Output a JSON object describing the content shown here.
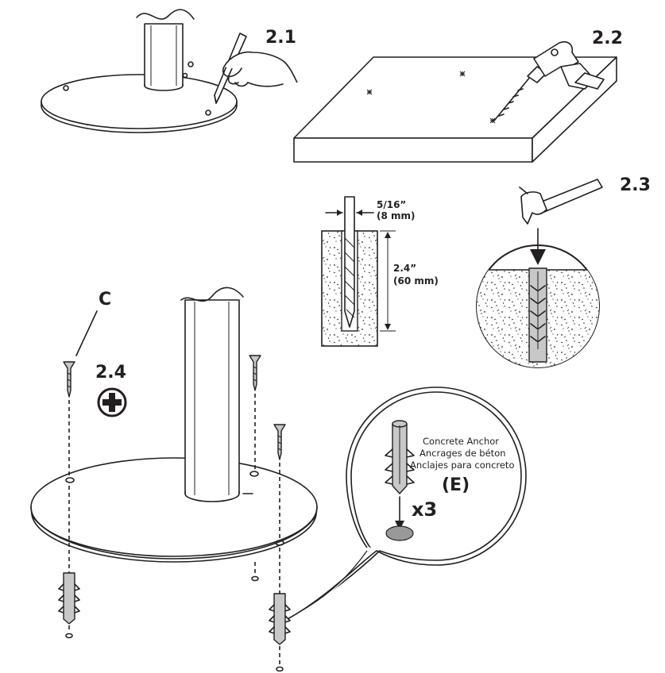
{
  "steps": {
    "s21": "2.1",
    "s22": "2.2",
    "s23": "2.3",
    "s24": "2.4"
  },
  "drill_hole": {
    "diameter_in": "5/16”",
    "diameter_mm": "(8 mm)",
    "depth_in": "2.4”",
    "depth_mm": "(60 mm)"
  },
  "part_c": {
    "label": "C"
  },
  "anchor": {
    "name_en": "Concrete Anchor",
    "name_fr": "Ancrages de béton",
    "name_es": "Anclajes para concreto",
    "part_label": "(E)",
    "quantity": "x3"
  },
  "icons": [
    "phillips-screwdriver-icon",
    "pencil-icon",
    "drill-icon",
    "hammer-icon"
  ]
}
